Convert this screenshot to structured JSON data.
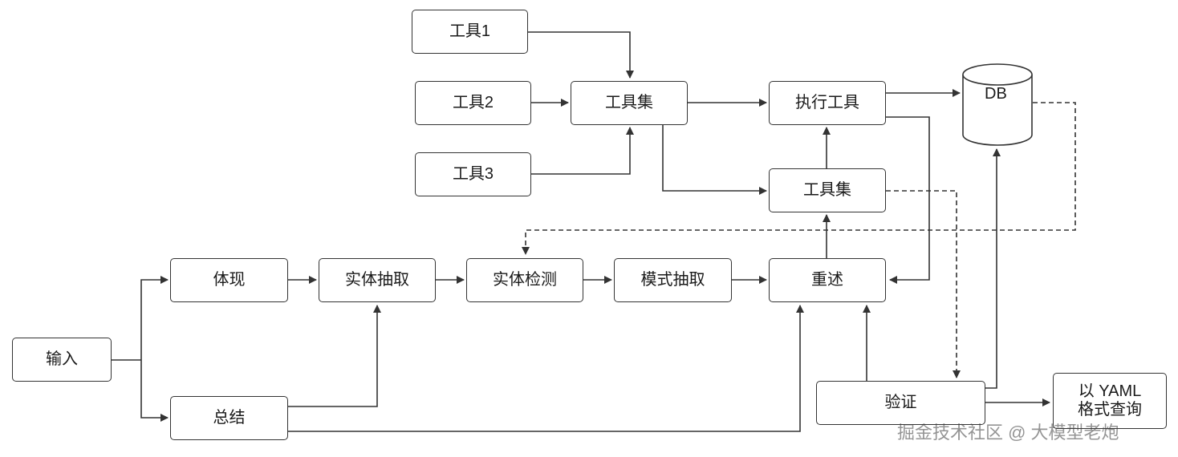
{
  "nodes": {
    "tool1": "工具1",
    "tool2": "工具2",
    "tool3": "工具3",
    "toolset_top": "工具集",
    "execute_tool": "执行工具",
    "db": "DB",
    "toolset_mid": "工具集",
    "input": "输入",
    "embody": "体现",
    "entity_extract": "实体抽取",
    "entity_detect": "实体检测",
    "pattern_extract": "模式抽取",
    "restate": "重述",
    "summary": "总结",
    "verify": "验证",
    "yaml_query": "以 YAML\n格式查询"
  },
  "watermark": "掘金技术社区 @ 大模型老炮"
}
